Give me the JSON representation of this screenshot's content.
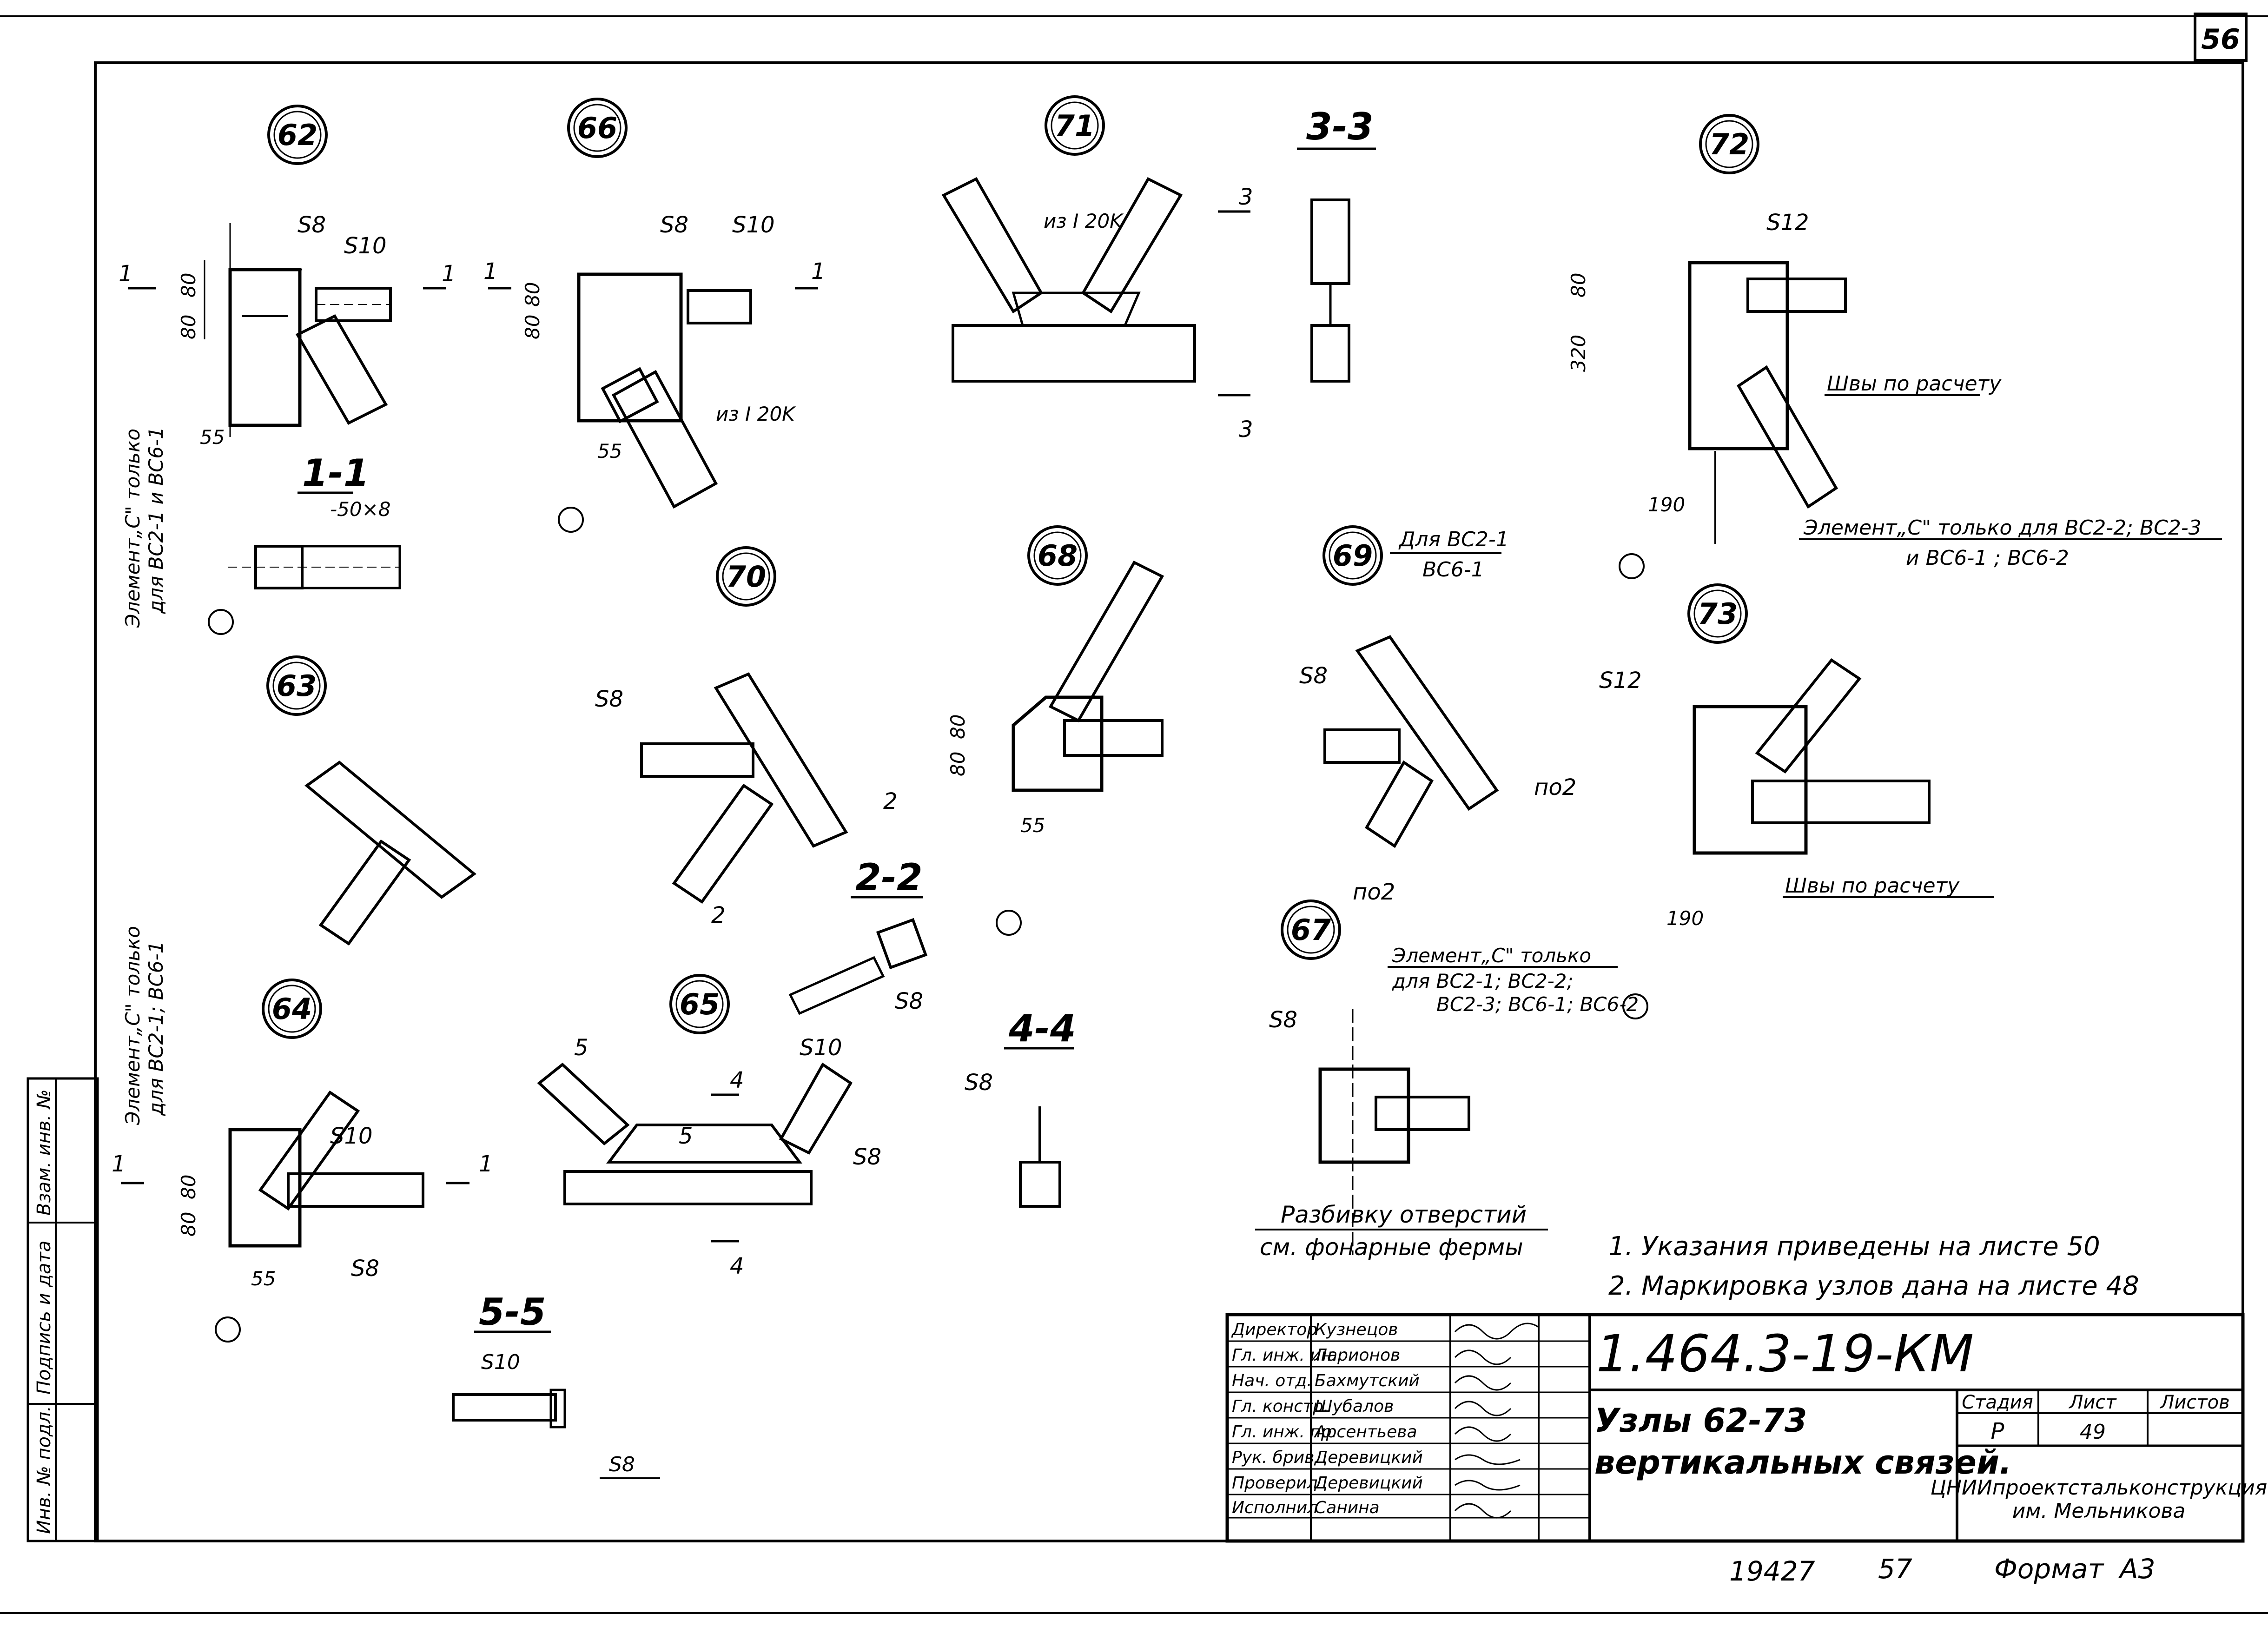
{
  "sheet_corner_number": "56",
  "node_labels": {
    "n62": "62",
    "n63": "63",
    "n64": "64",
    "n65": "65",
    "n66": "66",
    "n67": "67",
    "n68": "68",
    "n69": "69",
    "n70": "70",
    "n71": "71",
    "n72": "72",
    "n73": "73"
  },
  "section_titles": {
    "s11": "1-1",
    "s22": "2-2",
    "s33": "3-3",
    "s44": "4-4",
    "s55": "5-5"
  },
  "weld_labels": {
    "s8": "S8",
    "s10": "S10",
    "s12": "S12"
  },
  "section_marks": {
    "m1": "1",
    "m2": "2",
    "m3": "3",
    "m4": "4",
    "m5": "5",
    "po2": "по2"
  },
  "dimensions": {
    "d80": "80",
    "d55": "55",
    "d320": "320",
    "d190": "190"
  },
  "annotations": {
    "iz_i20k": "из I 20K",
    "plate_50x8": "-50×8",
    "welds_by_calc": "Швы по расчету",
    "element_c_62_line1": "Элемент„С\" только",
    "element_c_62_line2": "для ВС2-1 и ВС6-1",
    "element_c_64_line1": "Элемент„С\" только",
    "element_c_64_line2": "для ВС2-1; ВС6-1",
    "element_c_72_line1": "Элемент„С\" только для ВС2-2; ВС2-3",
    "element_c_72_line2": "и ВС6-1 ; ВС6-2",
    "for_69_line1": "Для ВС2-1",
    "for_69_line2": "ВС6-1",
    "element_c_67_line1": "Элемент„С\" только",
    "element_c_67_line2": "для ВС2-1; ВС2-2;",
    "element_c_67_line3": "ВС2-3; ВС6-1; ВС6-2",
    "holes_line1": "Разбивку отверстий",
    "holes_line2": "см. фонарные фермы"
  },
  "notes": [
    "1. Указания приведены на листе 50",
    "2. Маркировка узлов дана на листе 48"
  ],
  "left_margin_labels": [
    "Инв. № подл.",
    "Подпись и дата",
    "Взам. инв. №"
  ],
  "title_block": {
    "designation": "1.464.3-19-КМ",
    "title_line1": "Узлы 62-73",
    "title_line2": "вертикальных связей.",
    "stage_header": "Стадия",
    "sheet_header": "Лист",
    "sheets_header": "Листов",
    "stage": "Р",
    "sheet": "49",
    "organization_line1": "ЦНИИпроектстальконструкция",
    "organization_line2": "им. Мельникова",
    "signatures": [
      {
        "role": "Директор",
        "name": "Кузнецов"
      },
      {
        "role": "Гл. инж. ин.",
        "name": "Ларионов"
      },
      {
        "role": "Нач. отд.",
        "name": "Бахмутский"
      },
      {
        "role": "Гл. констр.",
        "name": "Шубалов"
      },
      {
        "role": "Гл. инж. пр.",
        "name": "Арсентьева"
      },
      {
        "role": "Рук. брив.",
        "name": "Деревицкий"
      },
      {
        "role": "Проверил",
        "name": "Деревицкий"
      },
      {
        "role": "Исполнил",
        "name": "Санина"
      }
    ]
  },
  "footer": {
    "inventory": "19427",
    "copy": "57",
    "format_label": "Формат",
    "format_value": "А3"
  }
}
